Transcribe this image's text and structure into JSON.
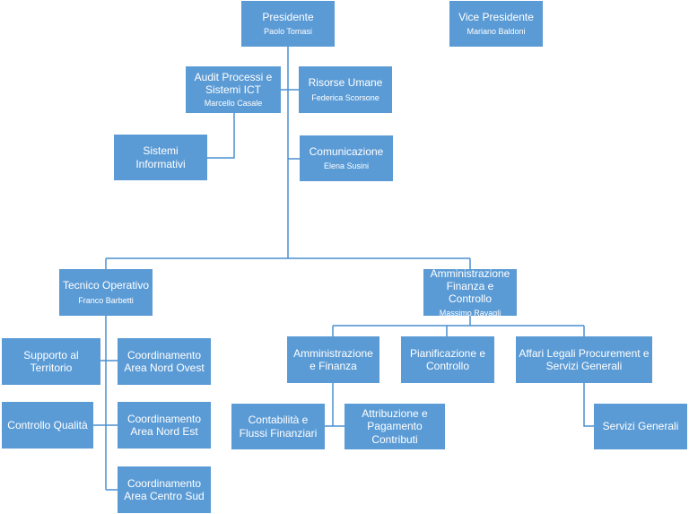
{
  "colors": {
    "box": "#5b9bd5",
    "text": "#ffffff",
    "line": "#4a8fd0"
  },
  "nodes": {
    "presidente": {
      "title": "Presidente",
      "person": "Paolo Tomasi"
    },
    "vice_presidente": {
      "title": "Vice Presidente",
      "person": "Mariano Baldoni"
    },
    "audit": {
      "title": "Audit Processi e Sistemi ICT",
      "person": "Marcello Casale"
    },
    "risorse_umane": {
      "title": "Risorse Umane",
      "person": "Federica Scorsone"
    },
    "sistemi_informativi": {
      "title": "Sistemi Informativi"
    },
    "comunicazione": {
      "title": "Comunicazione",
      "person": "Elena Susini"
    },
    "tecnico_operativo": {
      "title": "Tecnico Operativo",
      "person": "Franco Barbetti"
    },
    "amministrazione_finanza_controllo": {
      "title": "Amministrazione Finanza e Controllo",
      "person": "Massimo Ravagli"
    },
    "supporto_territorio": {
      "title": "Supporto al Territorio"
    },
    "coord_nord_ovest": {
      "title": "Coordinamento Area Nord Ovest"
    },
    "controllo_qualita": {
      "title": "Controllo Qualità"
    },
    "coord_nord_est": {
      "title": "Coordinamento Area Nord Est"
    },
    "coord_centro_sud": {
      "title": "Coordinamento Area Centro Sud"
    },
    "amministrazione_finanza": {
      "title": "Amministrazione e Finanza"
    },
    "pianificazione_controllo": {
      "title": "Pianificazione e Controllo"
    },
    "affari_legali": {
      "title": "Affari Legali Procurement e Servizi Generali"
    },
    "contabilita": {
      "title": "Contabilità e Flussi Finanziari"
    },
    "attribuzione": {
      "title": "Attribuzione e Pagamento Contributi"
    },
    "servizi_generali": {
      "title": "Servizi Generali"
    }
  }
}
